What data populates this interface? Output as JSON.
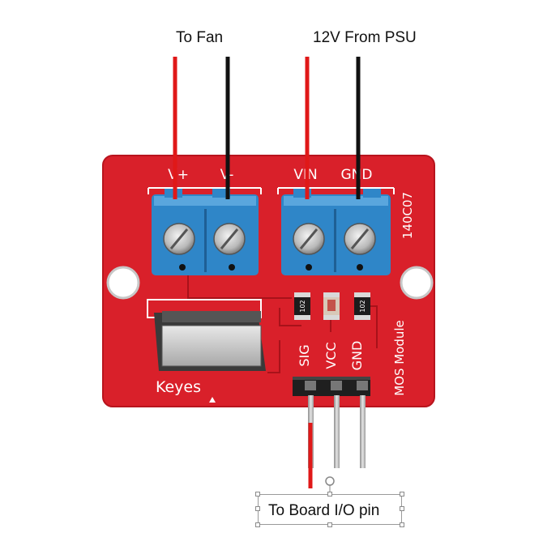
{
  "labels": {
    "to_fan": "To Fan",
    "from_psu": "12V From PSU",
    "to_board": "To Board I/O pin"
  },
  "board": {
    "pins_left": [
      "V+",
      "V-"
    ],
    "pins_right": [
      "VIN",
      "GND"
    ],
    "side_code": "140C07",
    "brand": "Keyes",
    "module_name": "MOS Module",
    "header_pins": [
      "SIG",
      "VCC",
      "GND"
    ],
    "resistor_codes": [
      "102",
      "102"
    ]
  },
  "colors": {
    "board": "#d9202a",
    "terminal": "#2f86c8",
    "wire_red": "#e01818",
    "wire_black": "#111111"
  }
}
